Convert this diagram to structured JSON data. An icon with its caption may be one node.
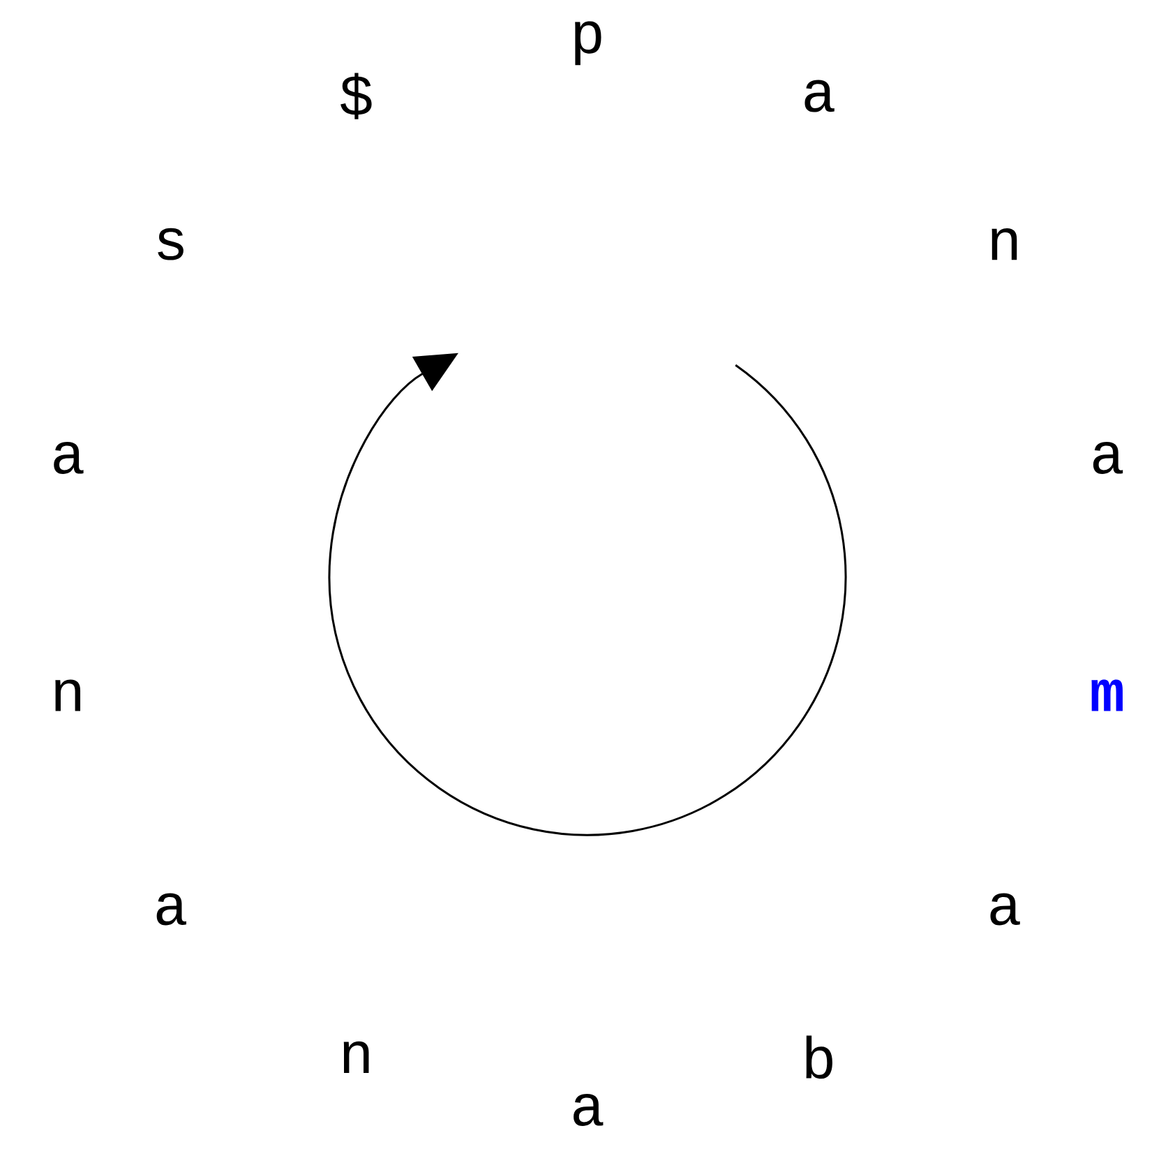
{
  "diagram": {
    "labels": [
      "p",
      "a",
      "n",
      "a",
      "m",
      "a",
      "b",
      "a",
      "n",
      "a",
      "n",
      "a",
      "s",
      "$"
    ]
  }
}
